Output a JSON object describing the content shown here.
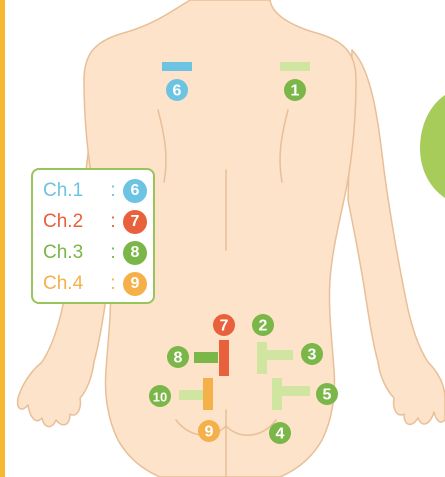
{
  "colors": {
    "skin": "#fde3c9",
    "skin_outline": "#e8bf98",
    "frame": "#f5b82e",
    "ch1": "#6cc3e2",
    "ch2": "#e8603c",
    "ch3": "#7ab648",
    "ch4": "#f5b04a",
    "pad_light": "#d0e6a0",
    "badge_green": "#7ab648"
  },
  "legend": {
    "rows": [
      {
        "label": "Ch.1",
        "colon": ":",
        "number": "6",
        "color": "#6cc3e2"
      },
      {
        "label": "Ch.2",
        "colon": ":",
        "number": "7",
        "color": "#e8603c"
      },
      {
        "label": "Ch.3",
        "colon": ":",
        "number": "8",
        "color": "#7ab648"
      },
      {
        "label": "Ch.4",
        "colon": ":",
        "number": "9",
        "color": "#f5b04a"
      }
    ]
  },
  "badges": [
    {
      "id": "1",
      "label": "1",
      "color": "#7ab648"
    },
    {
      "id": "2",
      "label": "2",
      "color": "#7ab648"
    },
    {
      "id": "3",
      "label": "3",
      "color": "#7ab648"
    },
    {
      "id": "4",
      "label": "4",
      "color": "#7ab648"
    },
    {
      "id": "5",
      "label": "5",
      "color": "#7ab648"
    },
    {
      "id": "6",
      "label": "6",
      "color": "#6cc3e2"
    },
    {
      "id": "7",
      "label": "7",
      "color": "#e8603c"
    },
    {
      "id": "8",
      "label": "8",
      "color": "#7ab648"
    },
    {
      "id": "9",
      "label": "9",
      "color": "#f5b04a"
    },
    {
      "id": "10",
      "label": "10",
      "color": "#7ab648"
    }
  ]
}
